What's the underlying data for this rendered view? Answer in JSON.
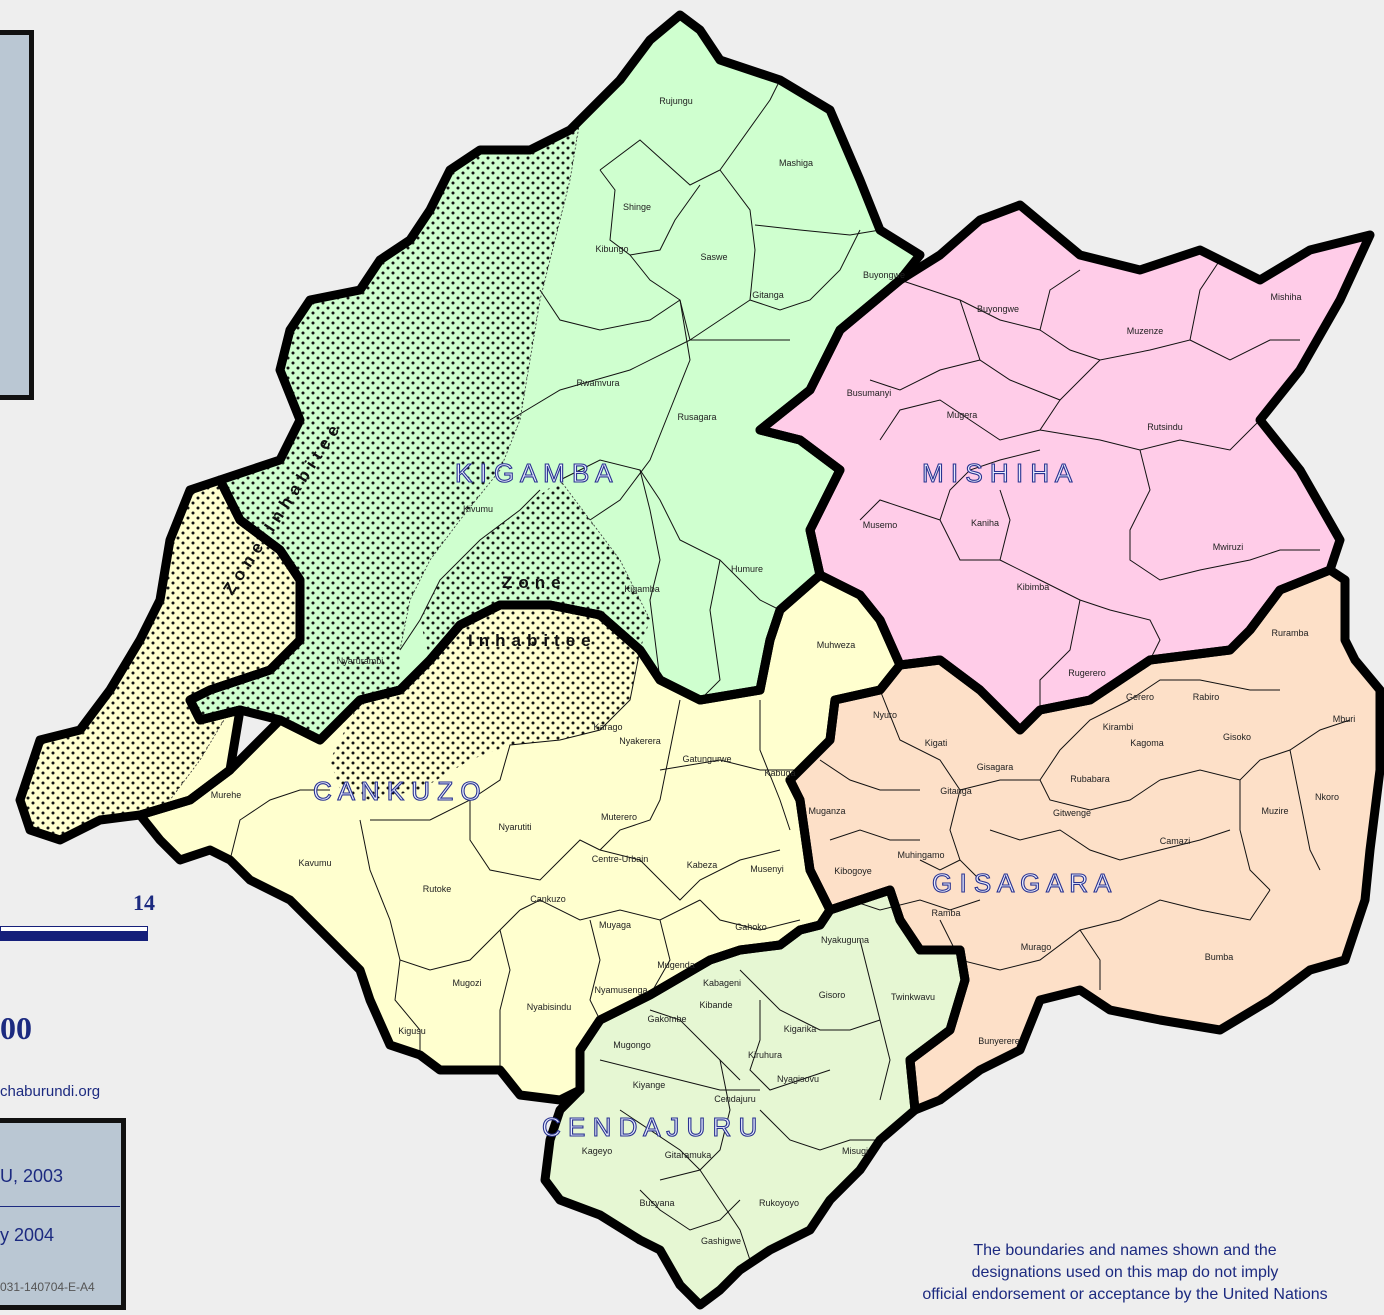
{
  "side_panel_bottom": {
    "line1": "U, 2003",
    "line2": "y 2004",
    "code": "031-140704-E-A4"
  },
  "scale": {
    "page_number": "14"
  },
  "scale_number": "00",
  "contact_url": "chaburundi.org",
  "disclaimer": [
    "The boundaries and names shown and the",
    "designations used on this map do not imply",
    "official endorsement or acceptance by the United Nations"
  ],
  "communes": {
    "kigamba": "K I G A M B A",
    "mishiha": "M I S H I H A",
    "cankuzo": "C A N K U Z O",
    "gisagara": "G I S A G A R A",
    "cendajuru": "C E N D A J U R U"
  },
  "zones": {
    "zone1": "Zone Inhabitee",
    "zone2_line1": "Zone",
    "zone2_line2": "Inhabitee"
  },
  "colors": {
    "kigamba": "#cfffcf",
    "mishiha": "#ffcce8",
    "cankuzo": "#ffffcf",
    "gisagara": "#fde0c8",
    "cendajuru": "#e6f7d3",
    "label_blue": "#1c2a80"
  },
  "collines": {
    "kigamba": [
      "Rujungu",
      "Mashiga",
      "Shinge",
      "Kibungo",
      "Saswe",
      "Gitanga",
      "Buyongwe",
      "Rwamvura",
      "Rusagara",
      "Kivumu",
      "Kigamba",
      "Humure",
      "Nyarurambi"
    ],
    "mishiha": [
      "Buyongwe",
      "Muzenze",
      "Mishiha",
      "Busumanyi",
      "Mugera",
      "Rutsindu",
      "Musemo",
      "Kaniha",
      "Mwiruzi",
      "Kibimba",
      "Rugerero"
    ],
    "cankuzo": [
      "Muhweza",
      "Karago",
      "Nyakerera",
      "Gatungurwe",
      "Kabuga",
      "Murehe",
      "Nyarutiti",
      "Muterero",
      "Kavumu",
      "Centre-Urbain",
      "Kabeza",
      "Musenyi",
      "Rutoke",
      "Cankuzo",
      "Muyaga",
      "Gahoko",
      "Mugenda",
      "Mugozi",
      "Nyamusenga",
      "Nyabisindu",
      "Kigusu"
    ],
    "gisagara": [
      "Ruramba",
      "Nyuro",
      "Gerero",
      "Rabiro",
      "Mburi",
      "Kigati",
      "Kirambi",
      "Kagoma",
      "Gisoko",
      "Gisagara",
      "Rubabara",
      "Gitanga",
      "Nkoro",
      "Muganza",
      "Gitwenge",
      "Muzire",
      "Camazi",
      "Muhingamo",
      "Kibogoye",
      "Ramba",
      "Murago",
      "Bumba",
      "Bunyerere"
    ],
    "cendajuru": [
      "Nyakuguma",
      "Kabageni",
      "Gisoro",
      "Twinkwavu",
      "Kibande",
      "Gakombe",
      "Kigarika",
      "Mugongo",
      "Kiruhura",
      "Nyagisovu",
      "Kiyange",
      "Cendajuru",
      "Kageyo",
      "Gitaramuka",
      "Misugi",
      "Busyana",
      "Rukoyoyo",
      "Gashigwe"
    ]
  }
}
